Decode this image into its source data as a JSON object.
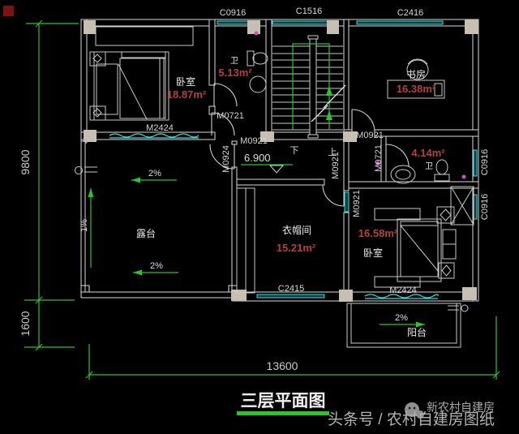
{
  "title": {
    "text": "三层平面图"
  },
  "watermark": {
    "main": "头条号 / 农村自建房图纸",
    "sub": "新农村自建房"
  },
  "dimensions": {
    "height_total": "9800",
    "height_lower": "1600",
    "width_total": "13600"
  },
  "level": {
    "value": "6.900"
  },
  "stairs": {
    "down_label": "下",
    "up_label": "上"
  },
  "rooms": {
    "bedroom_nw": {
      "name": "卧室",
      "area": "18.87m²"
    },
    "bath_top": {
      "name": "卫",
      "area": "5.13m²"
    },
    "study": {
      "name": "书房",
      "area": "16.38m²"
    },
    "bath_right": {
      "name": "卫",
      "area": "4.14m²"
    },
    "terrace": {
      "name": "露台"
    },
    "cloakroom": {
      "name": "衣帽间",
      "area": "15.21m²"
    },
    "bedroom_se": {
      "name": "卧室",
      "area": "16.58m²"
    },
    "balcony": {
      "name": "阳台"
    }
  },
  "windows": {
    "c0916_top": "C0916",
    "c1516": "C1516",
    "c2416": "C2416",
    "c0916_right_upper": "C0916",
    "c0916_right_lower": "C0916",
    "c2415": "C2415"
  },
  "doors": {
    "m2424_nw": "M2424",
    "m2424_se": "M2424",
    "m0721_top": "M0721",
    "m0721_right": "M0721",
    "m0921_hall": "M0921",
    "m0921_study": "M0921",
    "m0921_stair": "M0921",
    "m0921_cloak": "M0921",
    "m0924_terrace": "M0924"
  },
  "slopes": {
    "terrace_upper": "2%",
    "terrace_lower": "2%",
    "terrace_left": "1%",
    "balcony": "2%"
  },
  "colors": {
    "background": "#000000",
    "wall": "#d9d9d9",
    "window_cyan": "#43d9d9",
    "dimension_green": "#2bc42b",
    "area_red": "#b04242",
    "column_gray": "#c7c0b2",
    "watermark_gray": "#b3b3b3",
    "corner_red": "#7d1216",
    "magenta": "#cf4fcf"
  }
}
